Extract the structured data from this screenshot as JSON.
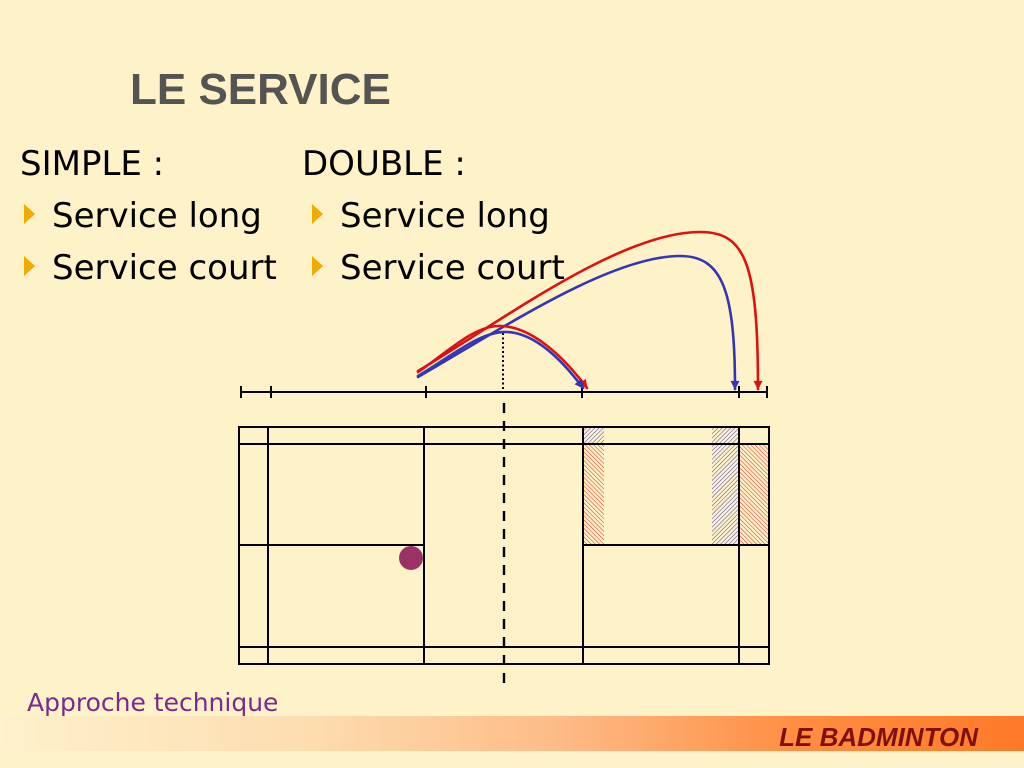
{
  "slide": {
    "title": "LE SERVICE",
    "columns": [
      {
        "heading": "SIMPLE :",
        "items": [
          "Service long",
          "Service court"
        ]
      },
      {
        "heading": "DOUBLE :",
        "items": [
          "Service long",
          "Service court"
        ]
      }
    ]
  },
  "footer": {
    "section": "Approche technique",
    "brand": "LE BADMINTON"
  },
  "icons": {
    "bullet": "triangle-right-icon"
  },
  "colors": {
    "background": "#FEF2C8",
    "title": "#545454",
    "text": "#000000",
    "bullet": "#F2A900",
    "trajectory_simple": "#DD1111",
    "trajectory_double": "#3535B5",
    "player": "#993366",
    "section_label": "#7B2A8C",
    "brand": "#7F1010",
    "footer_gradient_end": "#FF7A28"
  }
}
